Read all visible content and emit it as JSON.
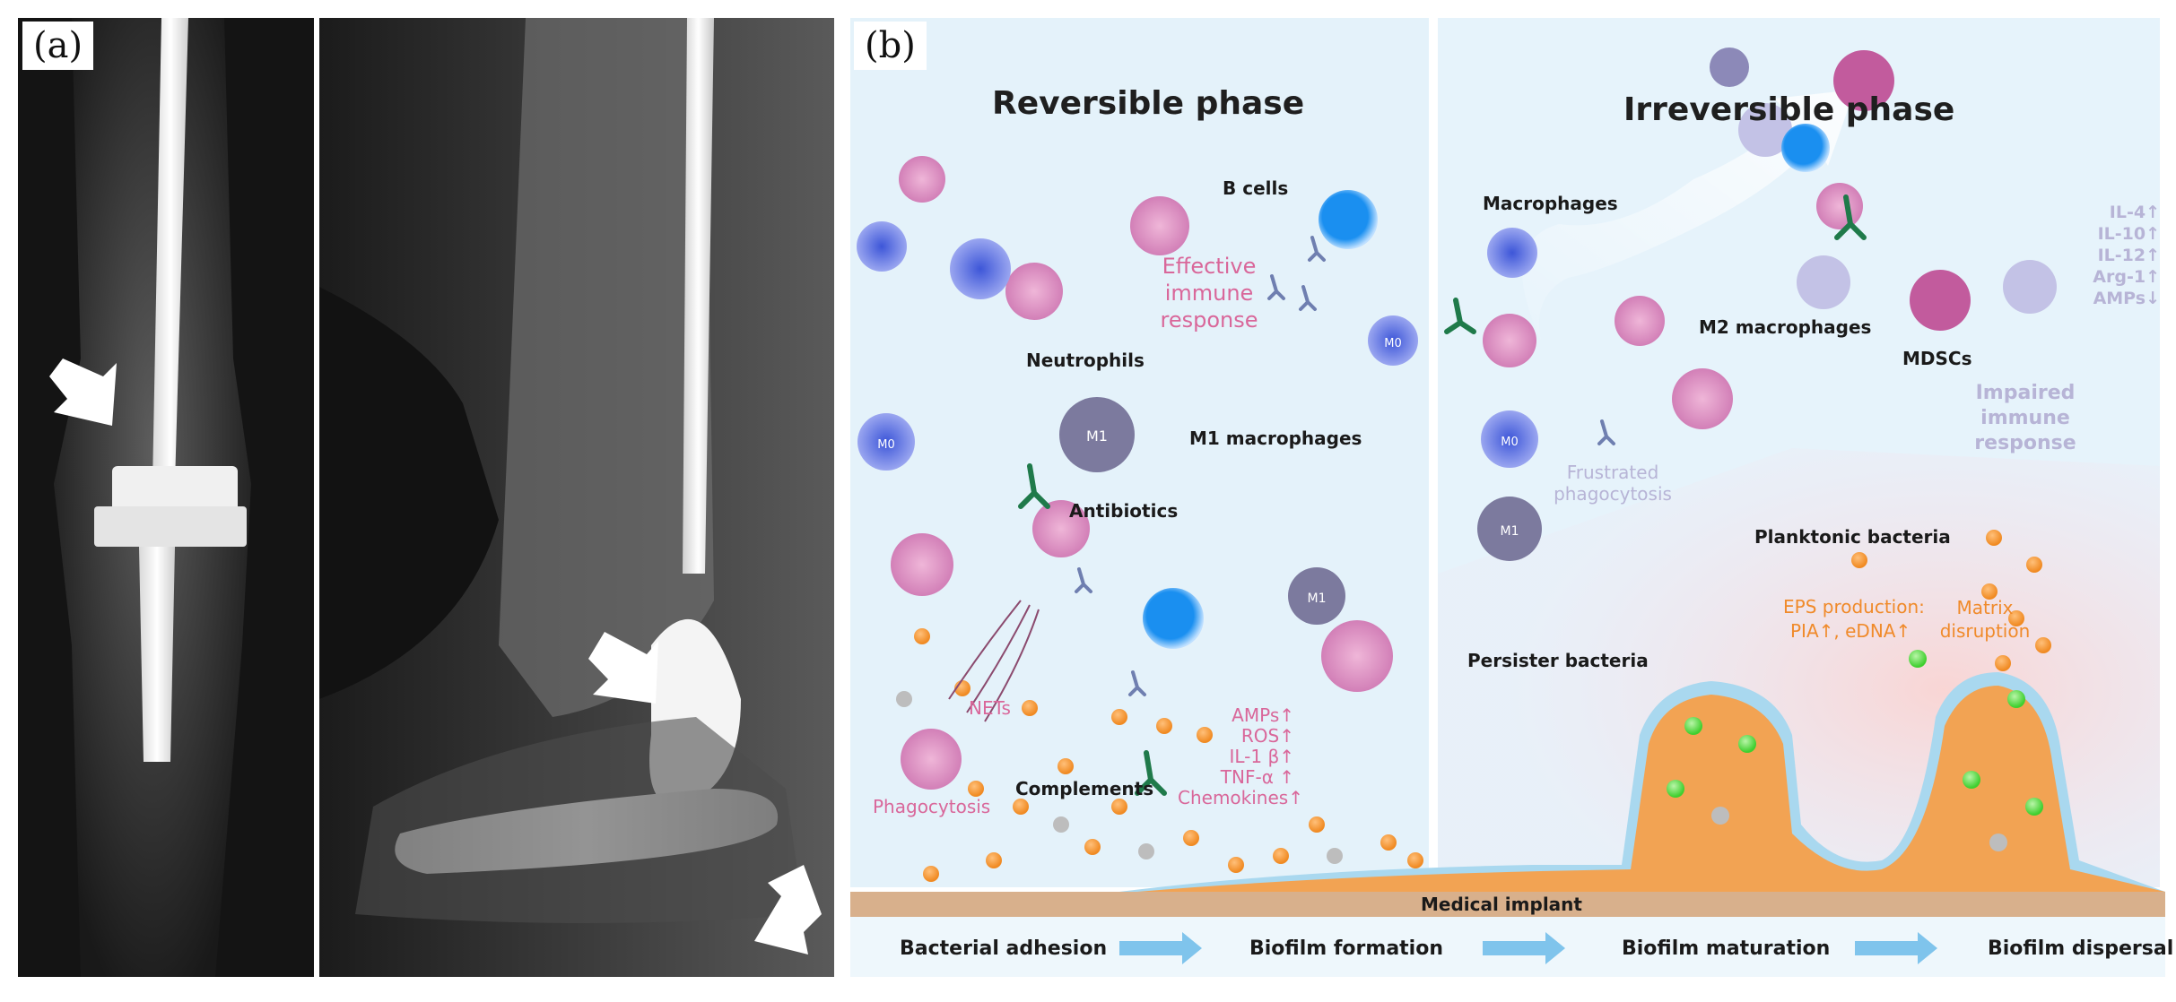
{
  "panel_labels": {
    "a": "(a)",
    "b": "(b)"
  },
  "phases": {
    "reversible": "Reversible phase",
    "irreversible": "Irreversible phase"
  },
  "labels": {
    "b_cells": "B cells",
    "effective": "Effective immune response",
    "neutrophils": "Neutrophils",
    "m1_macrophages": "M1 macrophages",
    "antibiotics": "Antibiotics",
    "nets": "NETs",
    "phagocytosis": "Phagocytosis",
    "complements": "Complements",
    "macrophages": "Macrophages",
    "m2_macrophages": "M2 macrophages",
    "mdscs": "MDSCs",
    "impaired": "Impaired immune response",
    "frustrated": "Frustrated phagocytosis",
    "planktonic": "Planktonic  bacteria",
    "eps": "EPS production:",
    "eps2": "PIA↑,   eDNA↑",
    "matrix": "Matrix disruption",
    "persister": "Persister bacteria",
    "implant": "Medical implant",
    "cell_m0": "M0",
    "cell_m1": "M1"
  },
  "mediators_left": [
    "AMPs↑",
    "ROS↑",
    "IL-1 β↑",
    "TNF-α ↑",
    "Chemokines↑"
  ],
  "mediators_right": [
    "IL-4↑",
    "IL-10↑",
    "IL-12↑",
    "Arg-1↑",
    "AMPs↓"
  ],
  "stages": [
    "Bacterial adhesion",
    "Biofilm formation",
    "Biofilm maturation",
    "Biofilm dispersal"
  ],
  "colors": {
    "bg_left": "#e4f2fa",
    "bg_right": "#e6f3fb",
    "neutrophil": "#d98bc0",
    "macrophage": "#6f7fe0",
    "m1": "#7c7a9e",
    "bacteria": "#f5922f",
    "persister": "#5fd44a",
    "implant": "#d8b08c"
  }
}
